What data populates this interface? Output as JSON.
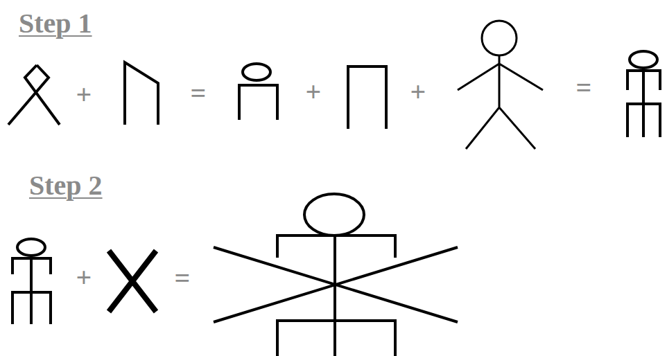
{
  "diagram": {
    "labels": [
      "Step 1",
      "+",
      "=",
      "+",
      "+",
      "=",
      "Step 2",
      "+",
      "="
    ]
  }
}
